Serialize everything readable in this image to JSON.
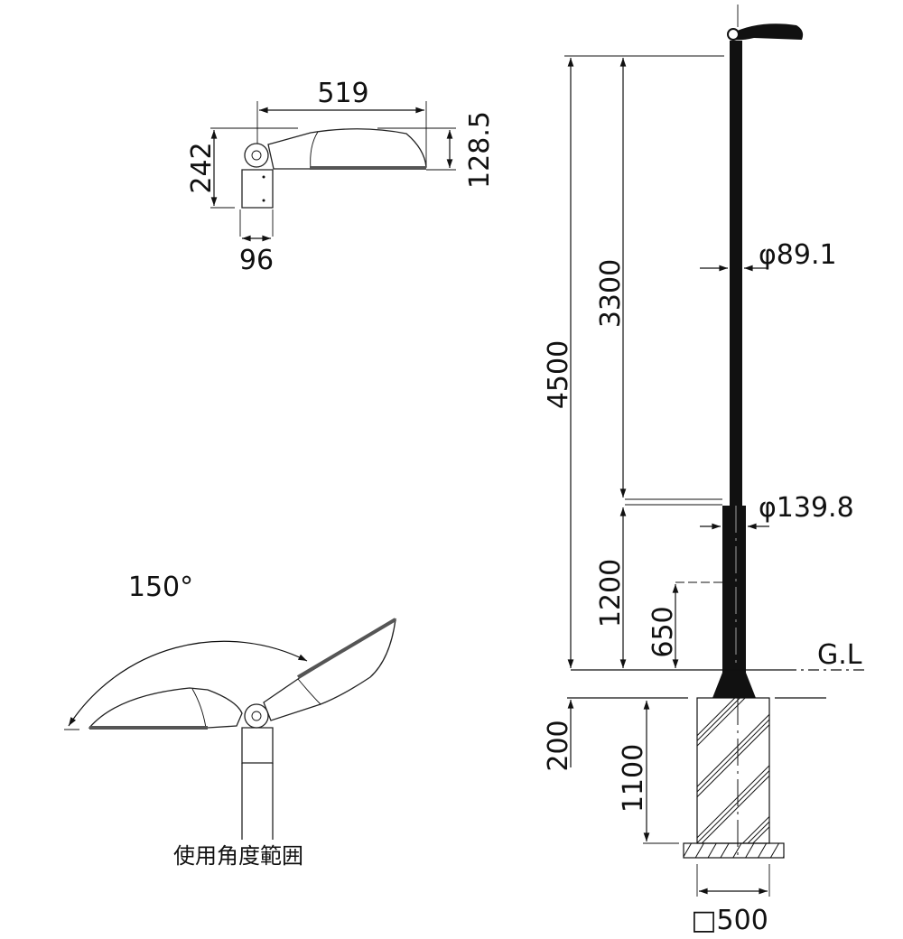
{
  "fixture_side_view": {
    "width_label": "519",
    "height_label": "242",
    "lamp_height_label": "128.5",
    "bracket_width_label": "96"
  },
  "tilt_view": {
    "angle_label": "150°",
    "caption": "使用角度範囲"
  },
  "pole_elevation": {
    "total_height_label": "4500",
    "upper_section_label": "3300",
    "lower_section_label": "1200",
    "door_height_label": "650",
    "upper_diameter_label": "φ89.1",
    "lower_diameter_label": "φ139.8",
    "ground_line_label": "G.L",
    "embed_depth_label": "200",
    "foundation_depth_label": "1100",
    "foundation_size_label": "□500"
  },
  "colors": {
    "line": "#111111",
    "pole": "#111111"
  }
}
